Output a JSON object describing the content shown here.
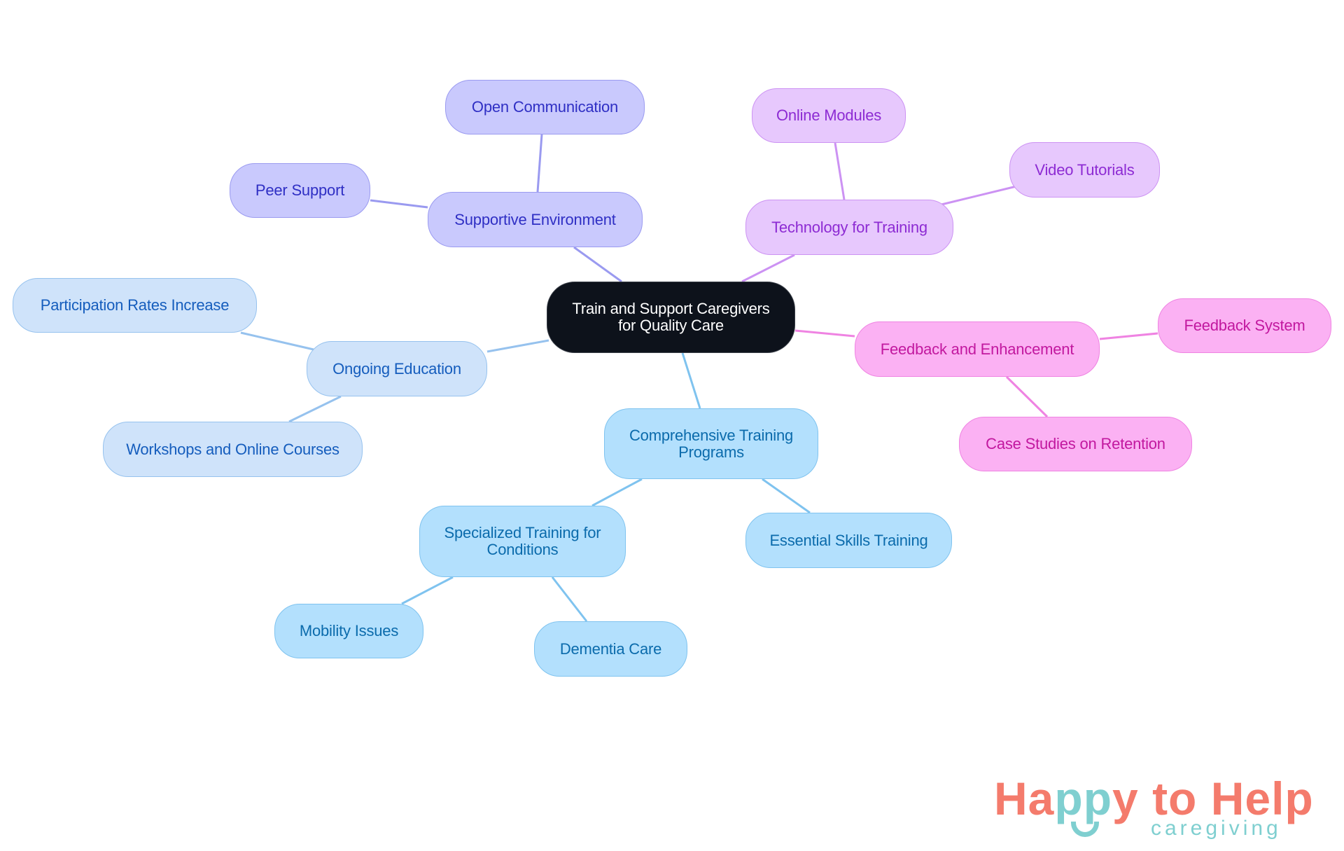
{
  "diagram": {
    "type": "mind-map",
    "root": {
      "id": "root",
      "label": "Train and Support Caregivers\nfor Quality Care"
    },
    "branches": [
      {
        "id": "supportive",
        "label": "Supportive Environment",
        "color_fill": "#c9c9fd",
        "color_text": "#2f2fc4",
        "color_edge": "#9a9af0",
        "children": [
          {
            "id": "open-comm",
            "label": "Open Communication"
          },
          {
            "id": "peer",
            "label": "Peer Support"
          }
        ]
      },
      {
        "id": "tech",
        "label": "Technology for Training",
        "color_fill": "#e7c8fd",
        "color_text": "#8d2bd3",
        "color_edge": "#cc92f3",
        "children": [
          {
            "id": "online-modules",
            "label": "Online Modules"
          },
          {
            "id": "video",
            "label": "Video Tutorials"
          }
        ]
      },
      {
        "id": "feedback",
        "label": "Feedback and Enhancement",
        "color_fill": "#fbb1f3",
        "color_text": "#c2189f",
        "color_edge": "#ef83e2",
        "children": [
          {
            "id": "feedback-system",
            "label": "Feedback System"
          },
          {
            "id": "case-studies",
            "label": "Case Studies on Retention"
          }
        ]
      },
      {
        "id": "ongoing",
        "label": "Ongoing Education",
        "color_fill": "#cfe3fa",
        "color_text": "#155dbd",
        "color_edge": "#96c2ee",
        "children": [
          {
            "id": "participation",
            "label": "Participation Rates Increase"
          },
          {
            "id": "workshops",
            "label": "Workshops and Online Courses"
          }
        ]
      },
      {
        "id": "comprehensive",
        "label": "Comprehensive Training\nPrograms",
        "color_fill": "#b3e0fd",
        "color_text": "#0b6bac",
        "color_edge": "#7fc3ef",
        "children": [
          {
            "id": "specialized",
            "label": "Specialized Training for\nConditions",
            "children": [
              {
                "id": "mobility",
                "label": "Mobility Issues"
              },
              {
                "id": "dementia",
                "label": "Dementia Care"
              }
            ]
          },
          {
            "id": "essential",
            "label": "Essential Skills Training"
          }
        ]
      }
    ]
  },
  "logo": {
    "word1_a": "Ha",
    "word1_b": "pp",
    "word1_c": "y",
    "rest": " to Help",
    "sub": "caregiving"
  }
}
